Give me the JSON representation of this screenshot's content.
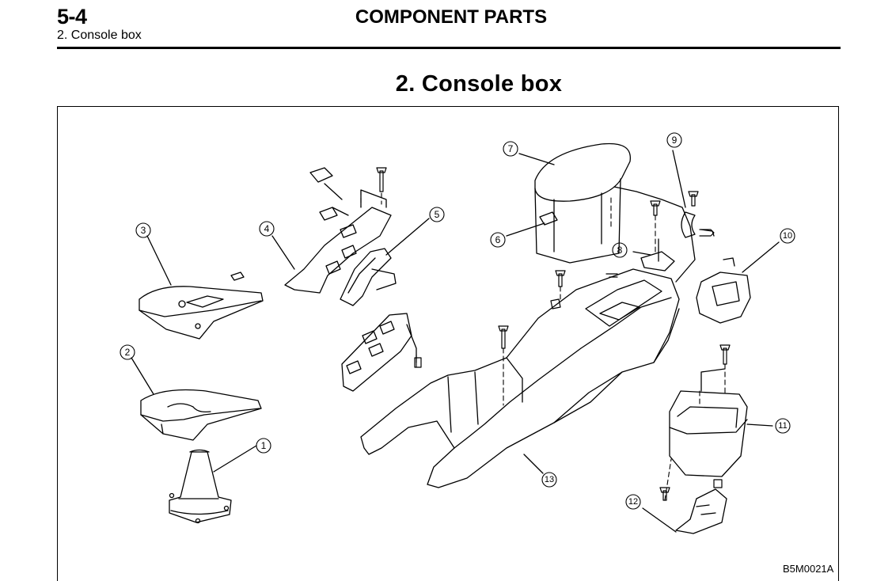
{
  "header": {
    "page_number": "5-4",
    "section_ref": "2.  Console box",
    "chapter_title": "COMPONENT PARTS"
  },
  "section_title": "2.  Console box",
  "figure": {
    "code": "B5M0021A",
    "callouts": [
      "1",
      "2",
      "3",
      "4",
      "5",
      "6",
      "7",
      "8",
      "9",
      "10",
      "11",
      "12",
      "13"
    ]
  }
}
